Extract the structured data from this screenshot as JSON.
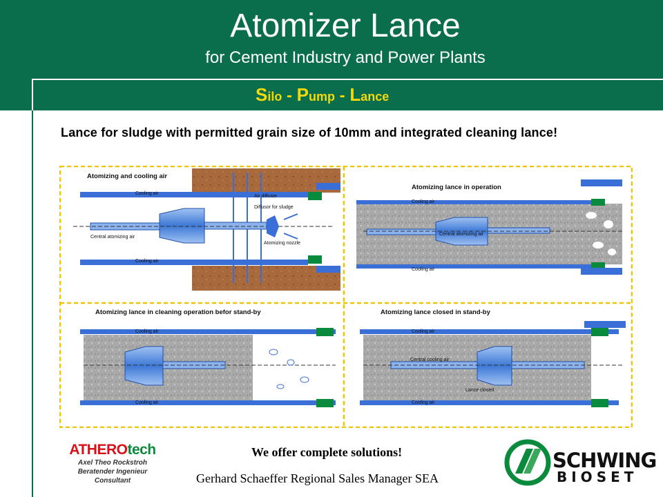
{
  "header": {
    "title": "Atomizer Lance",
    "subtitle": "for Cement Industry and Power Plants",
    "spl": {
      "s1": "S",
      "s2": "ilo",
      "sep1": " - ",
      "p1": "P",
      "p2": "ump",
      "sep2": " - ",
      "l1": "L",
      "l2": "ance"
    }
  },
  "headline": "Lance for sludge with permitted grain size of 10mm and integrated cleaning lance!",
  "panels": {
    "p1": {
      "title": "Atomizing and cooling air",
      "cooling_top": "Cooling air",
      "cooling_bottom": "Cooling air",
      "central": "Central atomizing air",
      "air_diffuser": "Air diffuser",
      "diffusor_sludge": "Diffusor for sludge",
      "nozzle": "Atomizing nozzle"
    },
    "p2": {
      "title": "Atomizing lance in operation",
      "cooling_top": "Cooling air",
      "cooling_bottom": "Cooling air",
      "central": "Central atomizing air"
    },
    "p3": {
      "title": "Atomizing lance in cleaning operation befor stand-by",
      "cooling_top": "Cooling air",
      "cooling_bottom": "Cooling air"
    },
    "p4": {
      "title": "Atomizing lance closed in stand-by",
      "cooling_top": "Cooling air",
      "cooling_bottom": "Cooling air",
      "central": "Central cooling air",
      "closed": "Lance closed"
    }
  },
  "footer": {
    "athero_red": "ATHERO",
    "athero_green": "tech",
    "athero_name": "Axel Theo Rockstroh",
    "athero_role": "Beratender Ingenieur",
    "athero_role2": "Consultant",
    "offer": "We offer complete solutions!",
    "manager": "Gerhard Schaeffer Regional Sales Manager SEA",
    "schwing": "SCHWING",
    "bioset": "BIOSET"
  },
  "colors": {
    "header_green": "#0a6e4c",
    "accent_yellow": "#f4d90a",
    "dashed_border": "#f2c400",
    "lance_blue": "#3a6fd8"
  }
}
